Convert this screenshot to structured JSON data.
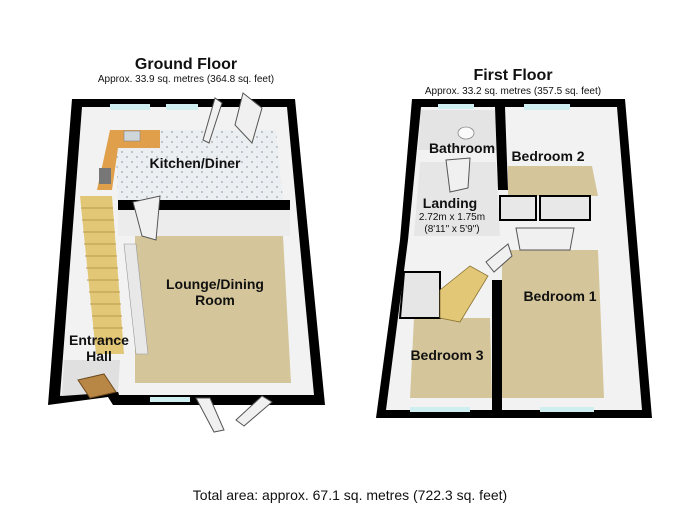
{
  "colors": {
    "wall": "#000000",
    "wall_inner": "#f3f3f3",
    "carpet": "#d4c59a",
    "tile": "#eceff1",
    "worktop": "#e0a04b",
    "stairs": "#e2c777",
    "window": "#cfeef0",
    "door": "#f0f0f0"
  },
  "ground_floor": {
    "title": "Ground Floor",
    "area": "Approx. 33.9 sq. metres (364.8 sq. feet)",
    "rooms": {
      "kitchen": "Kitchen/Diner",
      "lounge_line1": "Lounge/Dining",
      "lounge_line2": "Room",
      "entrance_line1": "Entrance",
      "entrance_line2": "Hall"
    }
  },
  "first_floor": {
    "title": "First Floor",
    "area": "Approx. 33.2 sq. metres (357.5 sq. feet)",
    "rooms": {
      "bathroom": "Bathroom",
      "bedroom2": "Bedroom 2",
      "landing": "Landing",
      "landing_dim_metric": "2.72m x 1.75m",
      "landing_dim_imperial": "(8'11\" x 5'9\")",
      "bedroom1": "Bedroom 1",
      "bedroom3": "Bedroom 3"
    }
  },
  "total_area": "Total area: approx. 67.1 sq. metres (722.3 sq. feet)"
}
